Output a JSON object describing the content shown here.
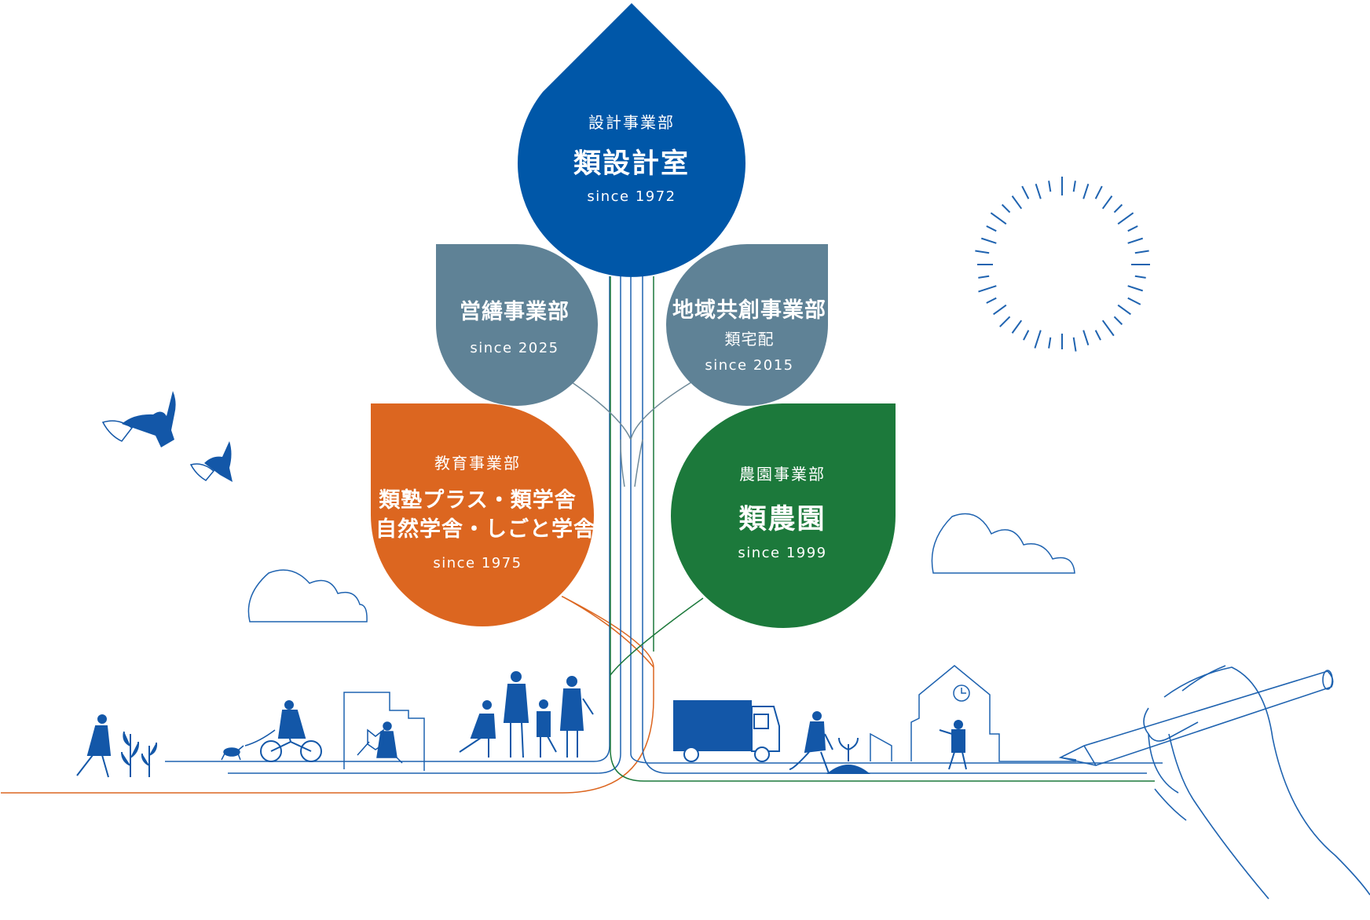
{
  "colors": {
    "design": "#0057a8",
    "repair": "#5f8296",
    "regional": "#5f8296",
    "education": "#dc6620",
    "farm": "#1c793b",
    "line_blue": "#1f63b0",
    "line_orange": "#dc6620",
    "line_green": "#1c793b",
    "line_gray": "#6f8a99",
    "figure": "#1357a8"
  },
  "leaves": {
    "design": {
      "dept": "設計事業部",
      "title": "類設計室",
      "since": "since 1972"
    },
    "repair": {
      "title": "営繕事業部",
      "since": "since 2025"
    },
    "regional": {
      "title": "地域共創事業部",
      "subtitle": "類宅配",
      "since": "since 2015"
    },
    "education": {
      "dept": "教育事業部",
      "title_line1": "類塾プラス・類学舎",
      "title_line2": "自然学舎・しごと学舎",
      "since": "since 1975"
    },
    "farm": {
      "dept": "農園事業部",
      "title": "類農園",
      "since": "since 1999"
    }
  },
  "icons": [
    "bird-icon",
    "cloud-icon",
    "sun-icon",
    "walking-person-icon",
    "plant-icon",
    "dog-walker-icon",
    "cyclist-icon",
    "reading-person-icon",
    "family-icon",
    "delivery-truck-icon",
    "farmer-icon",
    "seedling-icon",
    "school-building-icon",
    "clock-icon",
    "hand-holding-pencil-icon"
  ]
}
